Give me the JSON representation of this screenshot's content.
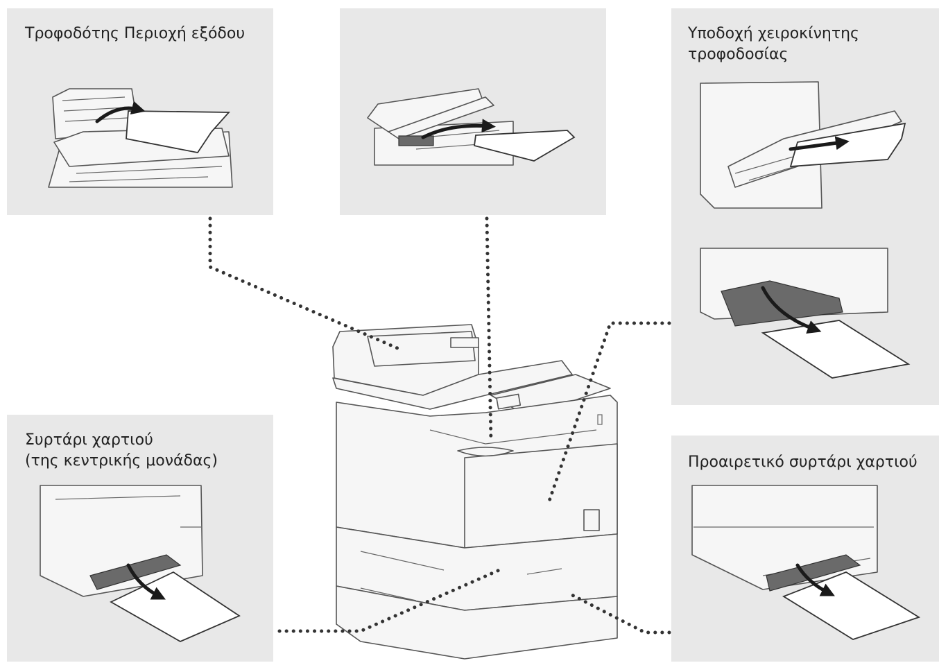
{
  "labels": {
    "feeder_output": "Τροφοδότης Περιοχή εξόδου",
    "manual_feed_line1": "Υποδοχή χειροκίνητης",
    "manual_feed_line2": "τροφοδοσίας",
    "drawer_main_line1": "Συρτάρι χαρτιού",
    "drawer_main_line2": "(της κεντρικής μονάδας)",
    "optional_drawer": "Προαιρετικό συρτάρι χαρτιού"
  }
}
